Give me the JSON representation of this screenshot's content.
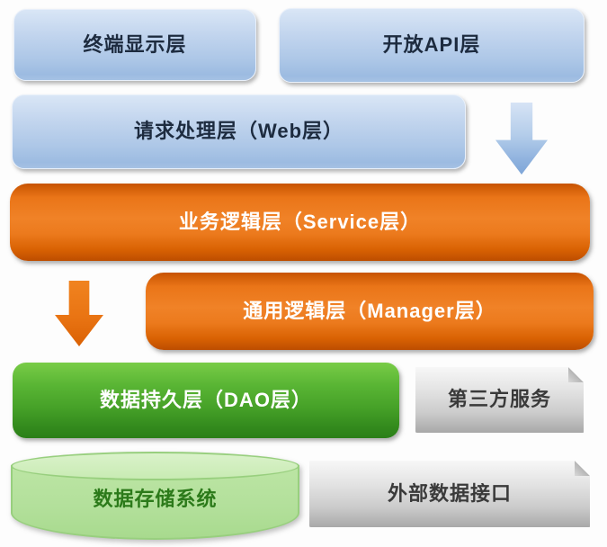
{
  "diagram": {
    "name": "layered-architecture-diagram",
    "layers": {
      "terminal": {
        "label": "终端显示层"
      },
      "open_api": {
        "label": "开放API层"
      },
      "web": {
        "label": "请求处理层（Web层）"
      },
      "service": {
        "label": "业务逻辑层（Service层）"
      },
      "manager": {
        "label": "通用逻辑层（Manager层）"
      },
      "dao": {
        "label": "数据持久层（DAO层）"
      },
      "third_party": {
        "label": "第三方服务"
      },
      "storage": {
        "label": "数据存储系统"
      },
      "external": {
        "label": "外部数据接口"
      }
    },
    "icons": {
      "flow_arrow_blue": "down-arrow-icon",
      "flow_arrow_orange": "down-arrow-icon"
    },
    "colors": {
      "blue_box_top": "#d9e6f6",
      "blue_box_bottom": "#9cbbe1",
      "blue_text": "#1d2b3f",
      "orange_box_mid": "#f08227",
      "orange_box_edge": "#bd4d00",
      "green_box_top": "#79cc47",
      "green_box_bottom": "#2b7f18",
      "gray_box_top": "#f7f7f7",
      "gray_box_bottom": "#a8a8a8",
      "gray_text": "#3a3a3a",
      "cylinder_fill": "#b3e09b",
      "cylinder_top": "#daf2ca",
      "cylinder_text": "#2c7a1a",
      "white_text": "#ffffff"
    }
  }
}
